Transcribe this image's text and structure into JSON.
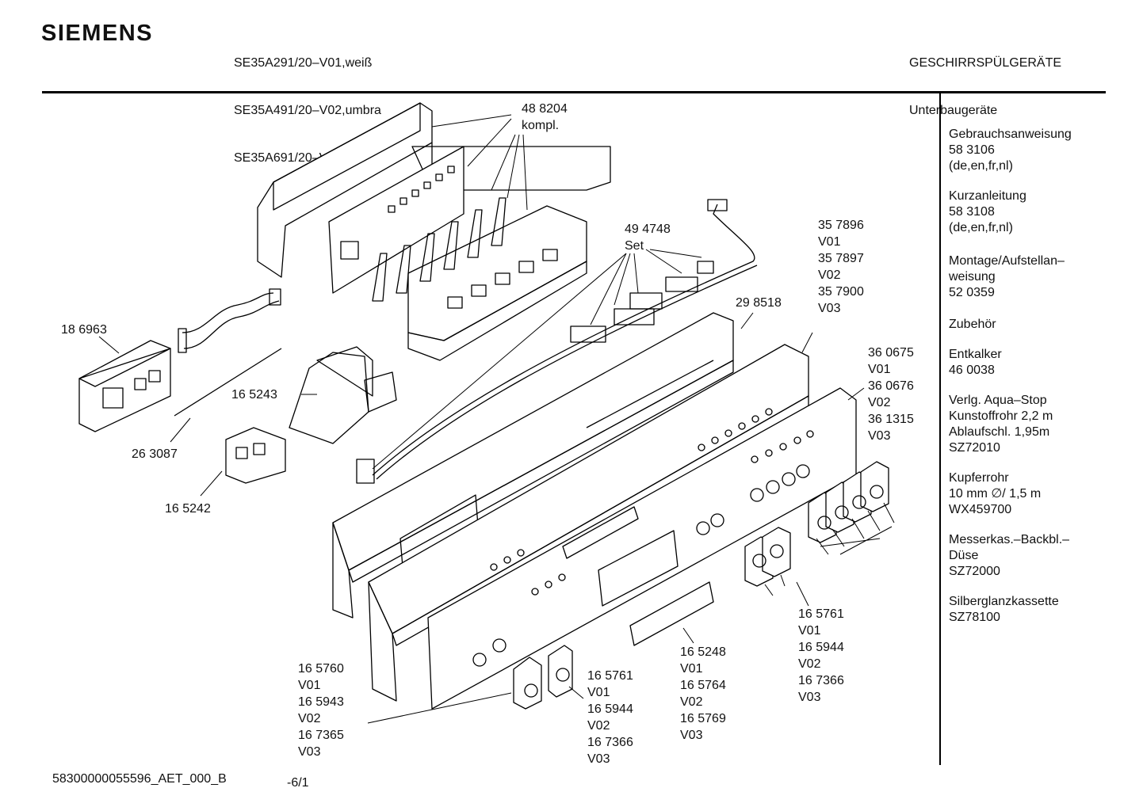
{
  "brand": "SIEMENS",
  "header": {
    "models": [
      "SE35A291/20–V01,weiß",
      "SE35A491/20–V02,umbra",
      "SE35A691/20–V03,schwarz"
    ],
    "category": "GESCHIRRSPÜLGERÄTE",
    "subcategory": "Unterbaugeräte"
  },
  "sidebar": [
    {
      "lines": "Gebrauchsanweisung\n58 3106\n(de,en,fr,nl)"
    },
    {
      "lines": "Kurzanleitung\n58 3108\n(de,en,fr,nl)"
    },
    {
      "lines": "Montage/Aufstellan–\nweisung\n52 0359"
    },
    {
      "lines": "Zubehör"
    },
    {
      "lines": "Entkalker\n46 0038"
    },
    {
      "lines": "Verlg. Aqua–Stop\nKunstoffrohr 2,2 m\nAblaufschl. 1,95m\nSZ72010"
    },
    {
      "lines": "Kupferrohr\n10 mm ∅/ 1,5 m\nWX459700"
    },
    {
      "lines": "Messerkas.–Backbl.–\nDüse\nSZ72000"
    },
    {
      "lines": "Silberglanzkassette\nSZ78100"
    }
  ],
  "parts": {
    "p488204": "48 8204\nkompl.",
    "p494748": "49 4748\nSet",
    "p357896": "35 7896\nV01\n35 7897\nV02\n35 7900\nV03",
    "p186963": "18 6963",
    "p298518": "29 8518",
    "p360675": "36 0675\nV01\n36 0676\nV02\n36 1315\nV03",
    "p165243": "16 5243",
    "p263087": "26 3087",
    "p165242": "16 5242",
    "p165761a": "16 5761\nV01\n16 5944\nV02\n16 7366\nV03",
    "p165760": "16 5760\nV01\n16 5943\nV02\n16 7365\nV03",
    "p165761b": "16 5761\nV01\n16 5944\nV02\n16 7366\nV03",
    "p165248": "16 5248\nV01\n16 5764\nV02\n16 5769\nV03"
  },
  "footer": {
    "doc_id": "58300000055596_AET_000_B",
    "page": "-6/1"
  }
}
